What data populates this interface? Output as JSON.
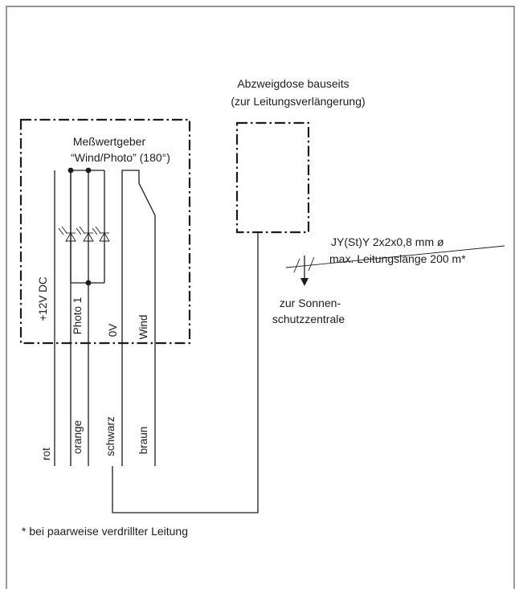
{
  "junction_box": {
    "title_line1": "Abzweigdose bauseits",
    "title_line2": "(zur Leitungsverlängerung)"
  },
  "sensor": {
    "title_line1": "Meßwertgeber",
    "title_line2": "“Wind/Photo” (180°)",
    "terminals": [
      "+12V DC",
      "Photo 1",
      "0V",
      "Wind"
    ]
  },
  "cable": {
    "spec": "JY(St)Y 2x2x0,8 mm ø",
    "max_length": "max. Leitungslänge 200 m*"
  },
  "destination": {
    "line1": "zur Sonnen-",
    "line2": "schutzzentrale"
  },
  "wires": [
    "rot",
    "orange",
    "schwarz",
    "braun"
  ],
  "footnote": "*  bei paarweise verdrillter Leitung",
  "colors": {
    "ink": "#1c1c1c",
    "background": "#ffffff"
  }
}
